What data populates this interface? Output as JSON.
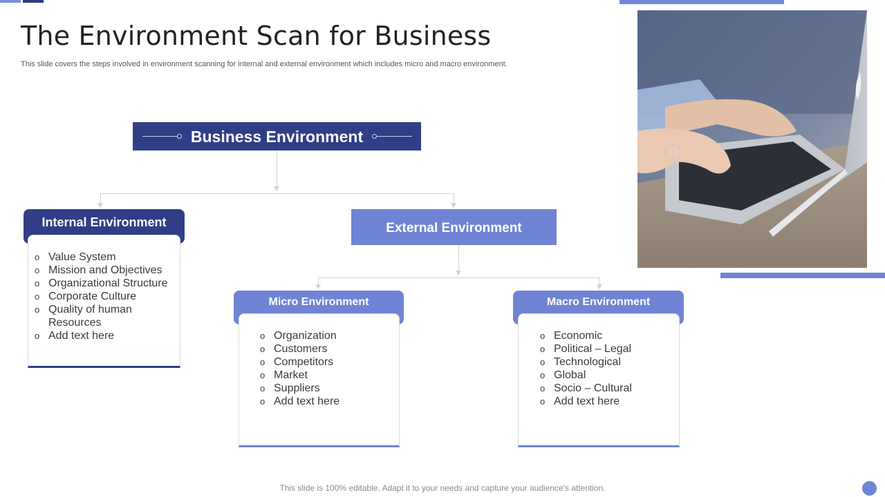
{
  "title": "The Environment Scan for Business",
  "subtitle": "This slide covers the steps involved in environment scanning for internal and external environment which includes micro and macro environment.",
  "diagram": {
    "root": {
      "label": "Business Environment"
    },
    "internal": {
      "label": "Internal Environment",
      "items": [
        "Value System",
        "Mission and Objectives",
        "Organizational Structure",
        "Corporate Culture",
        "Quality of human Resources",
        "Add text here"
      ]
    },
    "external": {
      "label": "External Environment"
    },
    "micro": {
      "label": "Micro Environment",
      "items": [
        "Organization",
        "Customers",
        "Competitors",
        "Market",
        "Suppliers",
        "Add text here"
      ]
    },
    "macro": {
      "label": "Macro Environment",
      "items": [
        "Economic",
        "Political – Legal",
        "Technological",
        "Global",
        "Socio – Cultural",
        "Add text here"
      ]
    },
    "bullet": "o"
  },
  "footer": "This slide is 100% editable. Adapt it to your needs and capture your audience's attention.",
  "colors": {
    "navy": "#2f3e86",
    "periwinkle": "#6f84d4"
  }
}
